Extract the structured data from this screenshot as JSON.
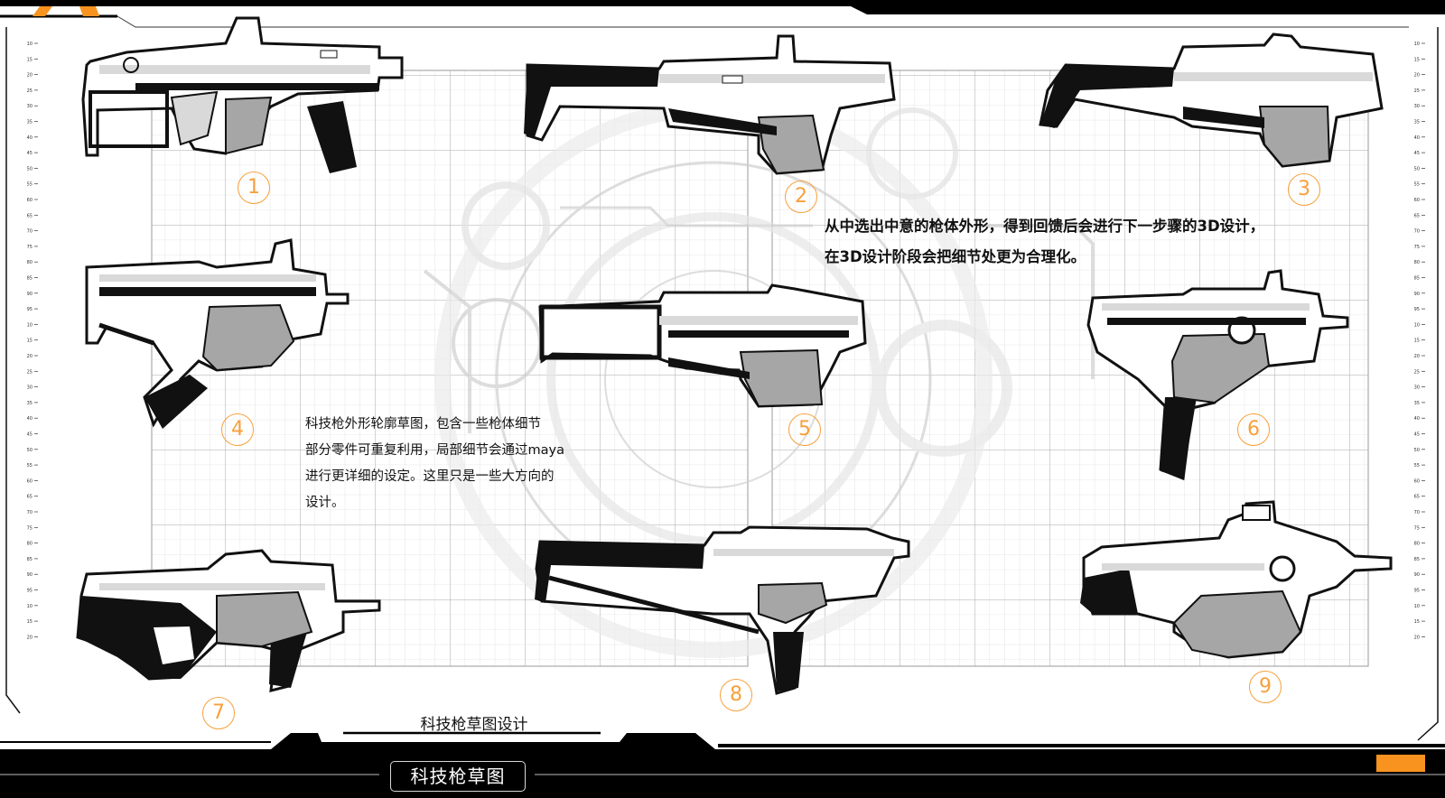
{
  "header": {
    "accent_color": "#f7931e"
  },
  "text_left": [
    "科技枪外形轮廓草图，包含一些枪体细节",
    "部分零件可重复利用，局部细节会通过maya",
    "进行更详细的设定。这里只是一些大方向的",
    "设计。"
  ],
  "text_right": [
    "从中选出中意的枪体外形，得到回馈后会进行下一步骤的3D设计，",
    "在3D设计阶段会把细节处更为合理化。"
  ],
  "numbers": [
    "1",
    "2",
    "3",
    "4",
    "5",
    "6",
    "7",
    "8",
    "9"
  ],
  "caption": "科技枪草图设计",
  "footer": {
    "title": "科技枪草图"
  },
  "ruler_left": [
    "10",
    "15",
    "20",
    "25",
    "30",
    "35",
    "40",
    "45",
    "50",
    "55",
    "60",
    "65",
    "70",
    "75",
    "80",
    "85",
    "90",
    "95",
    "10",
    "15",
    "20",
    "25",
    "30",
    "35",
    "40",
    "45",
    "50",
    "55",
    "60",
    "65",
    "70",
    "75",
    "80",
    "85",
    "90",
    "95",
    "10",
    "15",
    "20"
  ],
  "ruler_right": [
    "10",
    "15",
    "20",
    "25",
    "30",
    "35",
    "40",
    "45",
    "50",
    "55",
    "60",
    "65",
    "70",
    "75",
    "80",
    "85",
    "90",
    "95",
    "10",
    "15",
    "20",
    "25",
    "30",
    "35",
    "40",
    "45",
    "50",
    "55",
    "60",
    "65",
    "70",
    "75",
    "80",
    "85",
    "90",
    "95",
    "10",
    "15",
    "20"
  ],
  "colors": {
    "ink": "#111111",
    "mid_gray": "#a6a6a6",
    "light_gray": "#d9d9d9",
    "accent": "#f7931e",
    "number_outline": "#f7a03c"
  }
}
